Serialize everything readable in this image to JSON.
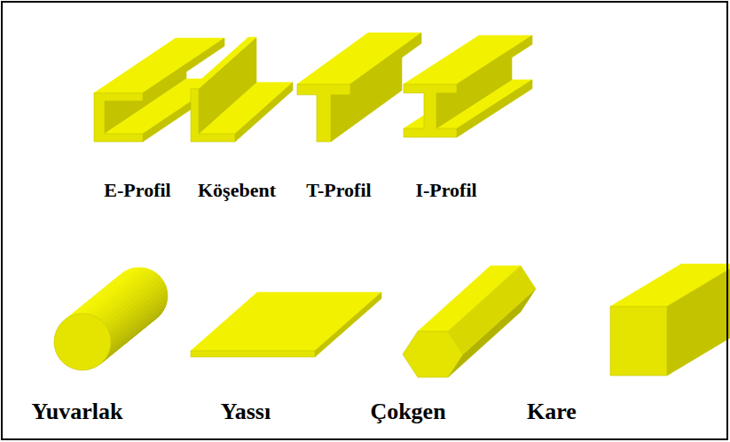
{
  "diagram": {
    "labels": [
      "E-Profil",
      "Köşebent",
      "T-Profil",
      "I-Profil",
      "Yuvarlak",
      "Yassı",
      "Çokgen",
      "Kare"
    ]
  }
}
